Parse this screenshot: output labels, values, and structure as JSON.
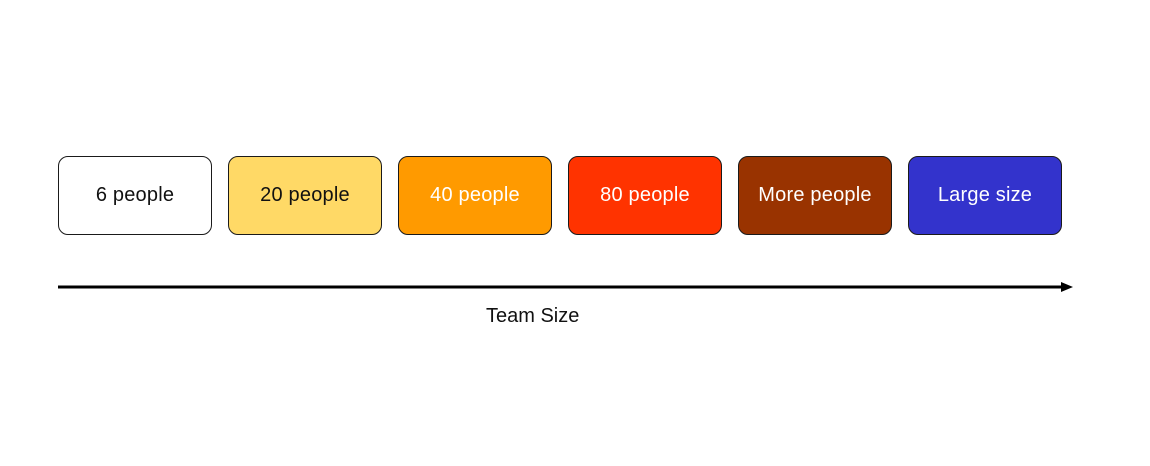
{
  "boxes": [
    {
      "label": "6 people",
      "fill": "#FFFFFF",
      "text_color": "#111111"
    },
    {
      "label": "20 people",
      "fill": "#FFD966",
      "text_color": "#111111"
    },
    {
      "label": "40 people",
      "fill": "#FF9A00",
      "text_color": "#FFFFFF"
    },
    {
      "label": "80 people",
      "fill": "#FF3300",
      "text_color": "#FFFFFF"
    },
    {
      "label": "More people",
      "fill": "#993300",
      "text_color": "#FFFFFF"
    },
    {
      "label": "Large size",
      "fill": "#3333CC",
      "text_color": "#FFFFFF"
    }
  ],
  "axis": {
    "label": "Team Size",
    "color": "#000000"
  }
}
